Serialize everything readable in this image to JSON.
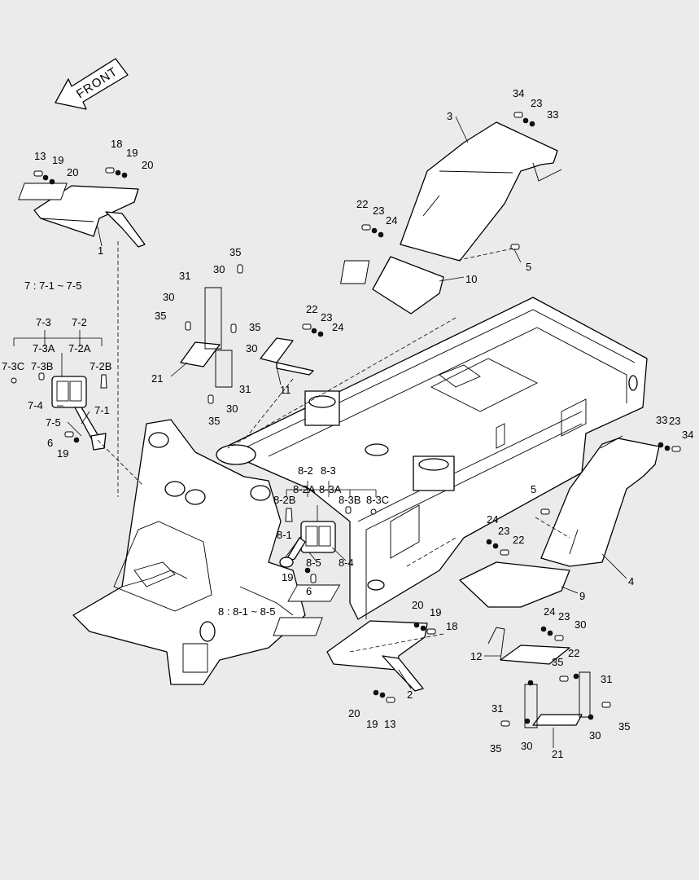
{
  "diagram": {
    "direction_label": "FRONT",
    "group_notes": {
      "group7": "7 : 7-1 ~ 7-5",
      "group8": "8 : 8-1 ~ 8-5"
    },
    "callouts": [
      {
        "id": "c1",
        "text": "1"
      },
      {
        "id": "c2",
        "text": "2"
      },
      {
        "id": "c3",
        "text": "3"
      },
      {
        "id": "c4",
        "text": "4"
      },
      {
        "id": "c5a",
        "text": "5"
      },
      {
        "id": "c5b",
        "text": "5"
      },
      {
        "id": "c6a",
        "text": "6"
      },
      {
        "id": "c6b",
        "text": "6"
      },
      {
        "id": "c9",
        "text": "9"
      },
      {
        "id": "c10",
        "text": "10"
      },
      {
        "id": "c11",
        "text": "11"
      },
      {
        "id": "c12",
        "text": "12"
      },
      {
        "id": "c13a",
        "text": "13"
      },
      {
        "id": "c13b",
        "text": "13"
      },
      {
        "id": "c18a",
        "text": "18"
      },
      {
        "id": "c18b",
        "text": "18"
      },
      {
        "id": "c19a",
        "text": "19"
      },
      {
        "id": "c19b",
        "text": "19"
      },
      {
        "id": "c19c",
        "text": "19"
      },
      {
        "id": "c19d",
        "text": "19"
      },
      {
        "id": "c19e",
        "text": "19"
      },
      {
        "id": "c19f",
        "text": "19"
      },
      {
        "id": "c20a",
        "text": "20"
      },
      {
        "id": "c20b",
        "text": "20"
      },
      {
        "id": "c20c",
        "text": "20"
      },
      {
        "id": "c20d",
        "text": "20"
      },
      {
        "id": "c21a",
        "text": "21"
      },
      {
        "id": "c21b",
        "text": "21"
      },
      {
        "id": "c22a",
        "text": "22"
      },
      {
        "id": "c22b",
        "text": "22"
      },
      {
        "id": "c22c",
        "text": "22"
      },
      {
        "id": "c22d",
        "text": "22"
      },
      {
        "id": "c23a",
        "text": "23"
      },
      {
        "id": "c23b",
        "text": "23"
      },
      {
        "id": "c23c",
        "text": "23"
      },
      {
        "id": "c23d",
        "text": "23"
      },
      {
        "id": "c23e",
        "text": "23"
      },
      {
        "id": "c23f",
        "text": "23"
      },
      {
        "id": "c24a",
        "text": "24"
      },
      {
        "id": "c24b",
        "text": "24"
      },
      {
        "id": "c24c",
        "text": "24"
      },
      {
        "id": "c24d",
        "text": "24"
      },
      {
        "id": "c30a",
        "text": "30"
      },
      {
        "id": "c30b",
        "text": "30"
      },
      {
        "id": "c30c",
        "text": "30"
      },
      {
        "id": "c30d",
        "text": "30"
      },
      {
        "id": "c30e",
        "text": "30"
      },
      {
        "id": "c30f",
        "text": "30"
      },
      {
        "id": "c30g",
        "text": "30"
      },
      {
        "id": "c31a",
        "text": "31"
      },
      {
        "id": "c31b",
        "text": "31"
      },
      {
        "id": "c31c",
        "text": "31"
      },
      {
        "id": "c31d",
        "text": "31"
      },
      {
        "id": "c33a",
        "text": "33"
      },
      {
        "id": "c33b",
        "text": "33"
      },
      {
        "id": "c34a",
        "text": "34"
      },
      {
        "id": "c34b",
        "text": "34"
      },
      {
        "id": "c35a",
        "text": "35"
      },
      {
        "id": "c35b",
        "text": "35"
      },
      {
        "id": "c35c",
        "text": "35"
      },
      {
        "id": "c35d",
        "text": "35"
      },
      {
        "id": "c35e",
        "text": "35"
      },
      {
        "id": "c35f",
        "text": "35"
      },
      {
        "id": "c35g",
        "text": "35"
      },
      {
        "id": "c7-1",
        "text": "7-1"
      },
      {
        "id": "c7-2",
        "text": "7-2"
      },
      {
        "id": "c7-2A",
        "text": "7-2A"
      },
      {
        "id": "c7-2B",
        "text": "7-2B"
      },
      {
        "id": "c7-3",
        "text": "7-3"
      },
      {
        "id": "c7-3A",
        "text": "7-3A"
      },
      {
        "id": "c7-3B",
        "text": "7-3B"
      },
      {
        "id": "c7-3C",
        "text": "7-3C"
      },
      {
        "id": "c7-4",
        "text": "7-4"
      },
      {
        "id": "c7-5",
        "text": "7-5"
      },
      {
        "id": "c8-1",
        "text": "8-1"
      },
      {
        "id": "c8-2",
        "text": "8-2"
      },
      {
        "id": "c8-2A",
        "text": "8-2A"
      },
      {
        "id": "c8-2B",
        "text": "8-2B"
      },
      {
        "id": "c8-3",
        "text": "8-3"
      },
      {
        "id": "c8-3A",
        "text": "8-3A"
      },
      {
        "id": "c8-3B",
        "text": "8-3B"
      },
      {
        "id": "c8-3C",
        "text": "8-3C"
      },
      {
        "id": "c8-4",
        "text": "8-4"
      },
      {
        "id": "c8-5",
        "text": "8-5"
      }
    ]
  }
}
